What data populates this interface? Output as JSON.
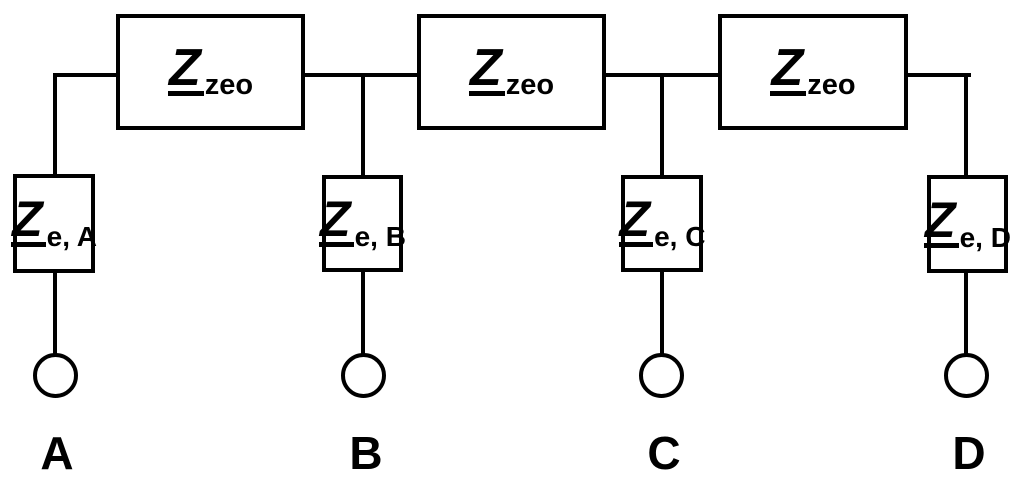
{
  "diagram": {
    "kind": "impedance-ladder-equivalent-circuit",
    "colors": {
      "line": "#000000",
      "background": "#ffffff"
    },
    "series_elements": [
      {
        "symbol": "Z",
        "subscript": "zeo"
      },
      {
        "symbol": "Z",
        "subscript": "zeo"
      },
      {
        "symbol": "Z",
        "subscript": "zeo"
      }
    ],
    "shunt_elements": [
      {
        "symbol": "Z",
        "subscript": "e, A"
      },
      {
        "symbol": "Z",
        "subscript": "e, B"
      },
      {
        "symbol": "Z",
        "subscript": "e, C"
      },
      {
        "symbol": "Z",
        "subscript": "e, D"
      }
    ],
    "terminals": [
      {
        "label": "A"
      },
      {
        "label": "B"
      },
      {
        "label": "C"
      },
      {
        "label": "D"
      }
    ]
  }
}
